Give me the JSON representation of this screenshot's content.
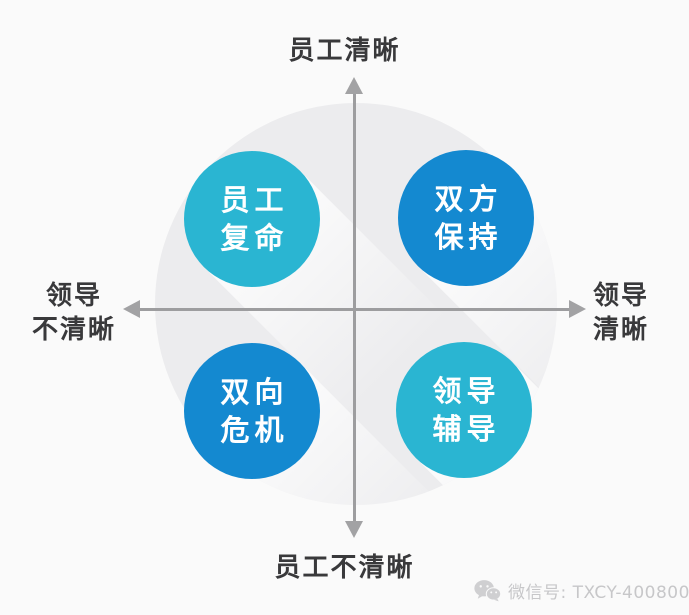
{
  "diagram": {
    "axis_labels": {
      "top": "员工清晰",
      "bottom": "员工不清晰",
      "left": [
        "领导",
        "不清晰"
      ],
      "right": [
        "领导",
        "清晰"
      ]
    },
    "quadrants": [
      {
        "id": "top-left",
        "line1": "员工",
        "line2": "复命",
        "color": "#2ab5d2"
      },
      {
        "id": "top-right",
        "line1": "双方",
        "line2": "保持",
        "color": "#1489d0"
      },
      {
        "id": "bottom-left",
        "line1": "双向",
        "line2": "危机",
        "color": "#1489d0"
      },
      {
        "id": "bottom-right",
        "line1": "领导",
        "line2": "辅导",
        "color": "#2ab5d2"
      }
    ],
    "colors": {
      "cyan": "#2ab5d2",
      "blue": "#1489d0",
      "axis": "#9d9d9f",
      "background_circle": "#ececee",
      "page_background": "#fafafa",
      "label_text": "#39393b",
      "watermark_text": "#c7c7c9"
    }
  },
  "watermark": {
    "icon": "wechat-icon",
    "text": "微信号: TXCY-400800"
  }
}
